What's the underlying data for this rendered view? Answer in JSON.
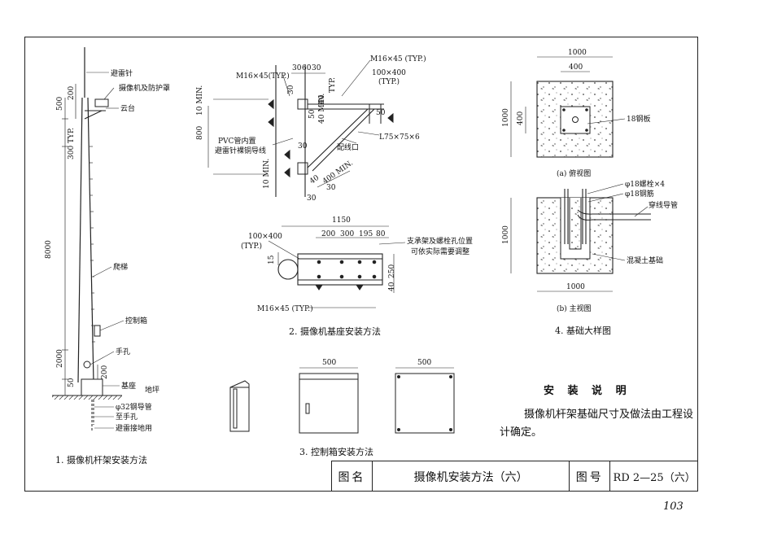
{
  "fig1": {
    "caption": "1. 摄像机杆架安装方法",
    "labels": {
      "lightning_rod": "避雷针",
      "camera": "摄像机及防护罩",
      "pan_tilt": "云台",
      "ladder": "爬梯",
      "control_box": "控制箱",
      "hand_hole": "手孔",
      "base": "基座",
      "ground": "地坪",
      "conduit": "φ32钢导管",
      "to_hand_hole": "至手孔",
      "grounding": "避雷接地用"
    },
    "dims": {
      "d200_top": "200",
      "d500": "500",
      "d300": "300 TYP.",
      "d8000": "8000",
      "d2000": "2000",
      "d50": "50",
      "d200_bot": "200"
    }
  },
  "fig2": {
    "caption": "2. 摄像机基座安装方法",
    "top_labels": {
      "m16_left": "M16×45(TYP.)",
      "m16_right": "M16×45 (TYP.)",
      "size_100x400": "100×400",
      "typ": "(TYP.)",
      "angle": "L75×75×6",
      "outlet": "配线口",
      "pvc1": "PVC管内置",
      "pvc2": "避雷针裸铜导线",
      "d30a": "30",
      "d60": "60",
      "d30b": "30",
      "d10min_top": "10 MIN.",
      "d800": "800",
      "d10min_bot": "10 MIN.",
      "d30c": "30",
      "d30d": "30",
      "d40": "40",
      "d50a": "50",
      "d50b": "50",
      "d40min": "40 MIN.",
      "d400min": "400 MIN.",
      "d30e": "30",
      "d40b": "40",
      "d30f": "30",
      "typ_small": "TYP."
    },
    "bottom_labels": {
      "d1150": "1150",
      "d200": "200",
      "d300": "300",
      "d195": "195",
      "d80": "80",
      "size": "100×400",
      "typ": "(TYP.)",
      "d15": "15",
      "d250": "250",
      "d40": "40",
      "m16": "M16×45 (TYP.)",
      "note1": "支承架及螺栓孔位置",
      "note2": "可依实际需要调整"
    }
  },
  "fig3": {
    "caption": "3. 控制箱安装方法",
    "w1": "500",
    "w2": "500"
  },
  "fig4": {
    "caption": "4. 基础大样图",
    "top_view": {
      "caption": "(a) 俯视图",
      "d1000_w": "1000",
      "d400_w": "400",
      "d1000_h": "1000",
      "d400_h": "400",
      "plate": "18钢板"
    },
    "front_view": {
      "caption": "(b) 主视图",
      "bolts": "φ18螺栓×4",
      "rebar": "φ18钢筋",
      "conduit": "穿线导管",
      "concrete": "混凝土基础",
      "d1000_h": "1000",
      "d1000_w": "1000"
    }
  },
  "notes": {
    "title": "安 装 说 明",
    "body": "摄像机杆架基础尺寸及做法由工程设计确定。"
  },
  "title_block": {
    "name_label": "图名",
    "name": "摄像机安装方法（六）",
    "number_label": "图号",
    "number": "RD 2—25（六）"
  },
  "page_number": "103"
}
